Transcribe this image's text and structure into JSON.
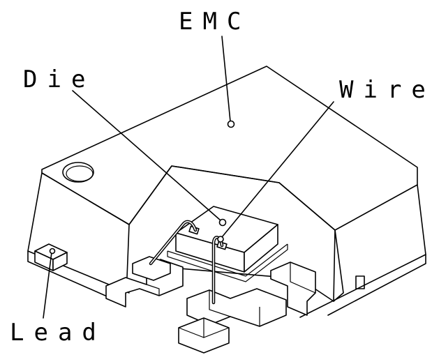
{
  "labels": {
    "emc": "EMC",
    "die": "Die",
    "wire": "Wire",
    "lead": "Lead"
  },
  "colors": {
    "line": "#000000",
    "background": "#ffffff"
  }
}
